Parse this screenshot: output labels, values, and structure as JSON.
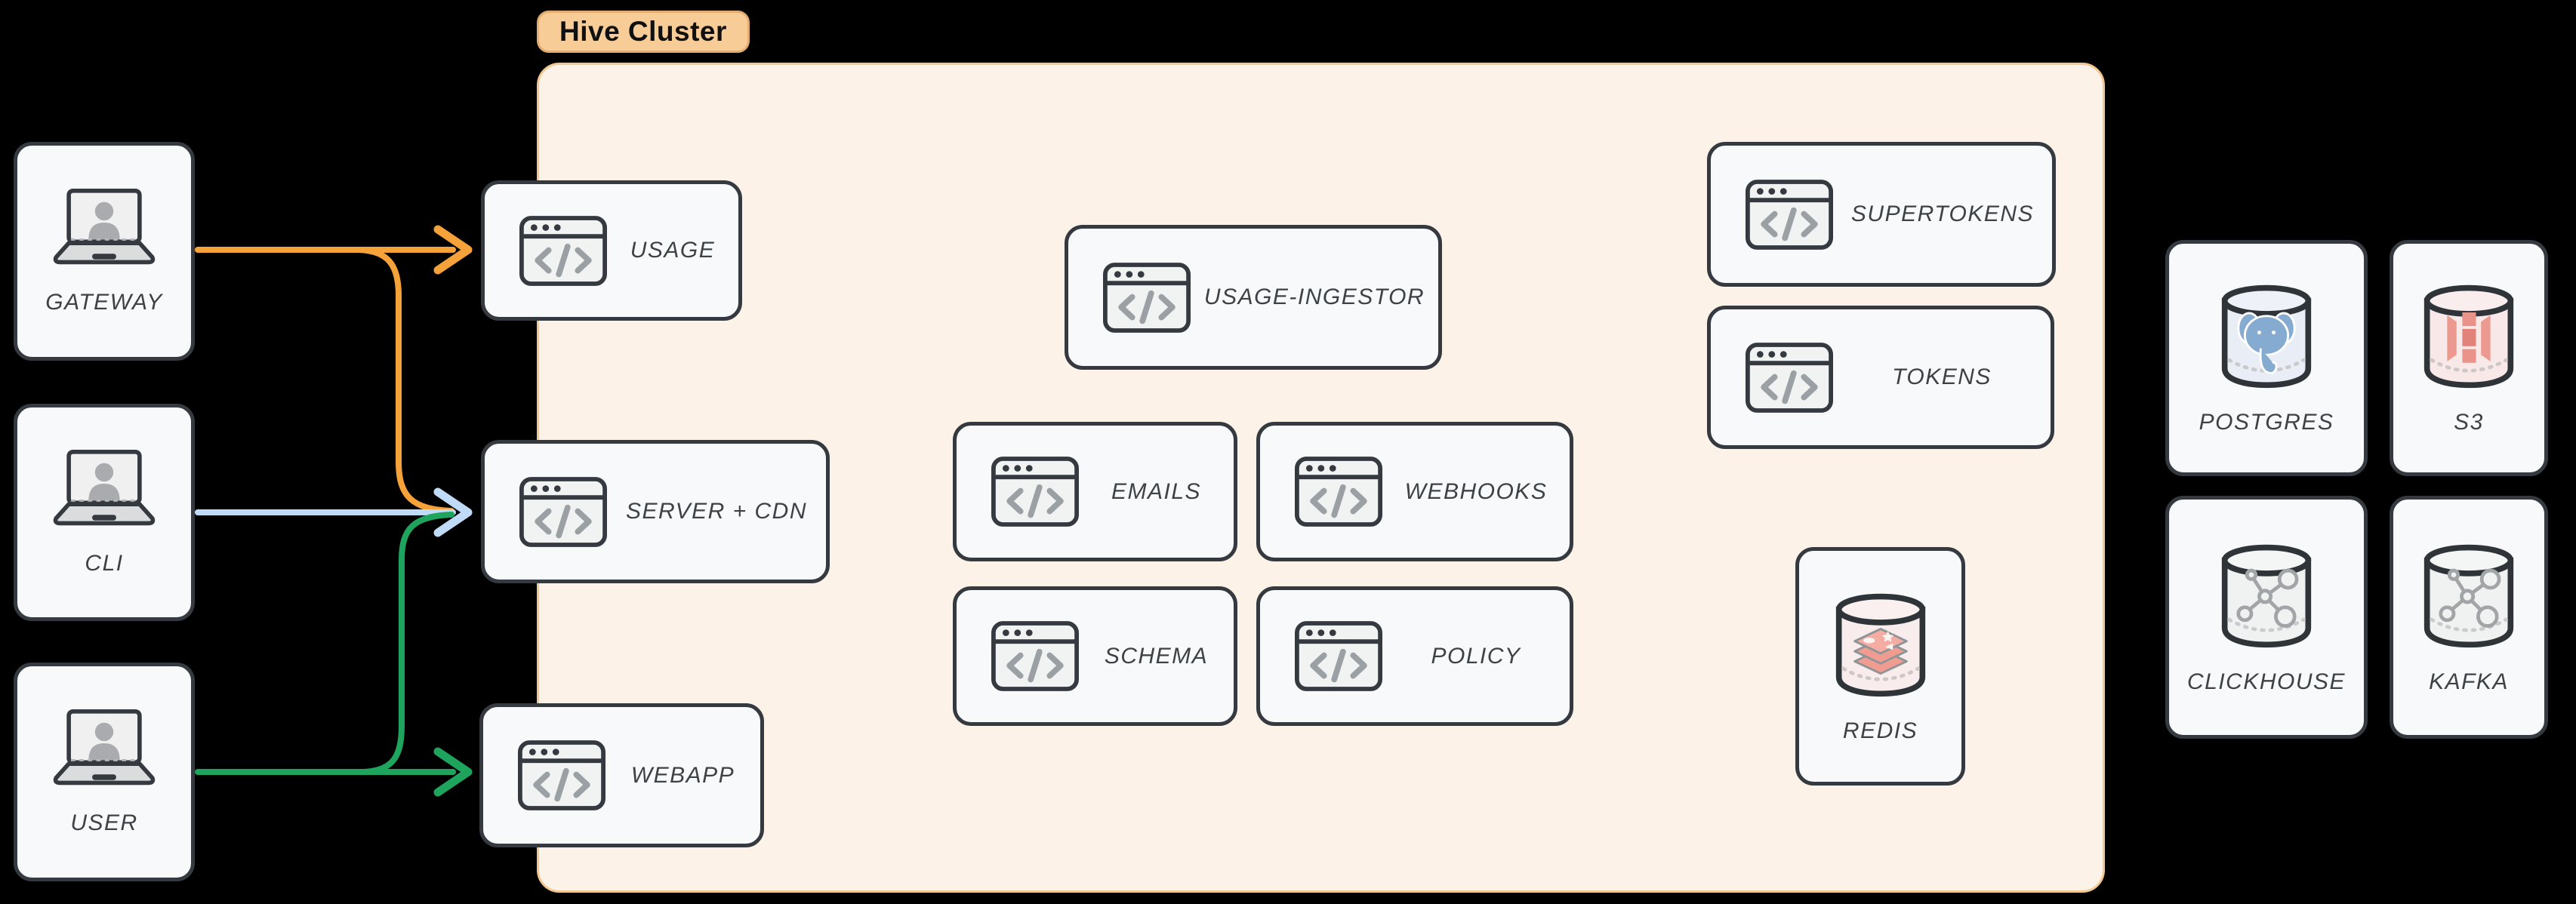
{
  "cluster": {
    "badge": "Hive Cluster",
    "fill": "#fdf2e8",
    "border": "#f2c791",
    "services": [
      {
        "id": "usage",
        "label": "USAGE",
        "icon": "code-window-icon"
      },
      {
        "id": "server-cdn",
        "label": "SERVER + CDN",
        "icon": "code-window-icon"
      },
      {
        "id": "webapp",
        "label": "WEBAPP",
        "icon": "code-window-icon"
      },
      {
        "id": "usage-ingestor",
        "label": "USAGE-INGESTOR",
        "icon": "code-window-icon"
      },
      {
        "id": "emails",
        "label": "EMAILS",
        "icon": "code-window-icon"
      },
      {
        "id": "webhooks",
        "label": "WEBHOOKS",
        "icon": "code-window-icon"
      },
      {
        "id": "schema",
        "label": "SCHEMA",
        "icon": "code-window-icon"
      },
      {
        "id": "policy",
        "label": "POLICY",
        "icon": "code-window-icon"
      },
      {
        "id": "supertokens",
        "label": "SUPERTOKENS",
        "icon": "code-window-icon"
      },
      {
        "id": "tokens",
        "label": "TOKENS",
        "icon": "code-window-icon"
      },
      {
        "id": "redis",
        "label": "REDIS",
        "icon": "redis-database-icon"
      }
    ]
  },
  "actors": [
    {
      "id": "gateway",
      "label": "GATEWAY",
      "icon": "laptop-user-icon"
    },
    {
      "id": "cli",
      "label": "CLI",
      "icon": "laptop-user-icon"
    },
    {
      "id": "user",
      "label": "USER",
      "icon": "laptop-user-icon"
    }
  ],
  "datastores": [
    {
      "id": "postgres",
      "label": "POSTGRES",
      "icon": "postgres-database-icon"
    },
    {
      "id": "s3",
      "label": "S3",
      "icon": "s3-database-icon"
    },
    {
      "id": "clickhouse",
      "label": "CLICKHOUSE",
      "icon": "clickhouse-database-icon"
    },
    {
      "id": "kafka",
      "label": "KAFKA",
      "icon": "kafka-database-icon"
    }
  ],
  "edges": [
    {
      "from": "GATEWAY",
      "to": "USAGE",
      "color": "#f6a23b"
    },
    {
      "from": "GATEWAY",
      "to": "SERVER + CDN",
      "color": "#f6a23b"
    },
    {
      "from": "CLI",
      "to": "SERVER + CDN",
      "color": "#bfdbf7"
    },
    {
      "from": "USER",
      "to": "SERVER + CDN",
      "color": "#1ea45d"
    },
    {
      "from": "USER",
      "to": "WEBAPP",
      "color": "#1ea45d"
    }
  ],
  "colors": {
    "background": "#000000",
    "node_fill": "#f8f9fa",
    "node_border": "#343a40",
    "label_text": "#3d4247",
    "badge_fill": "#f7cc96",
    "badge_border": "#e3ad6f",
    "icon_gray": "#9aa0a3",
    "arrow_orange": "#f6a23b",
    "arrow_blue": "#bfdbf7",
    "arrow_green": "#1ea45d"
  }
}
